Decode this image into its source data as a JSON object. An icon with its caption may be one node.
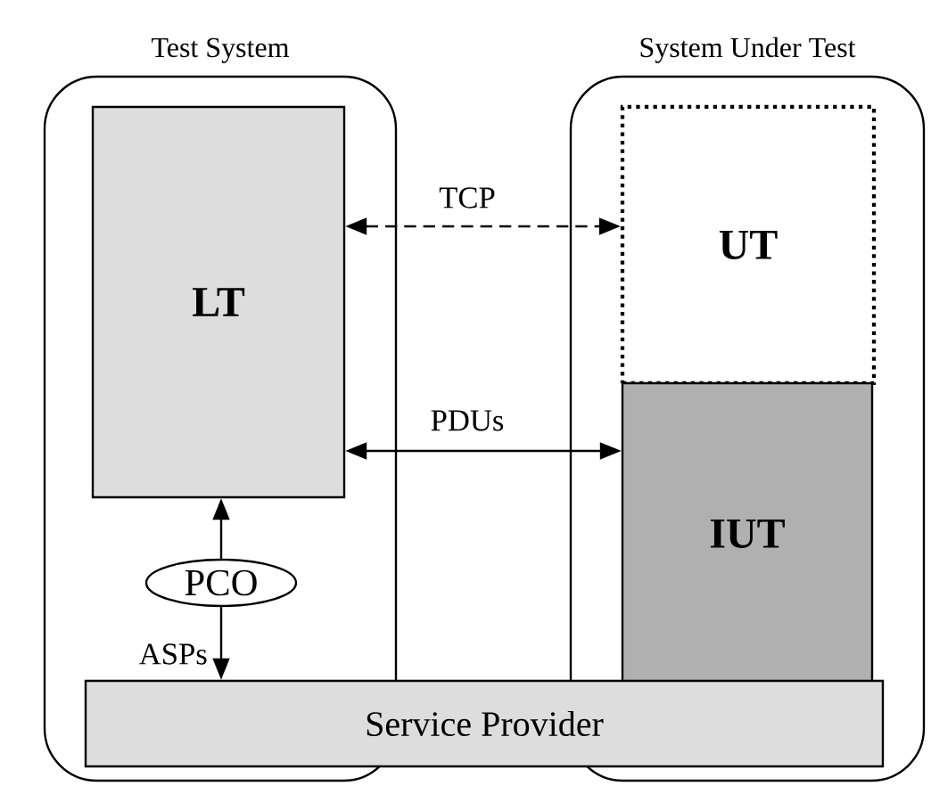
{
  "diagram": {
    "nodes": [
      {
        "text": [
          "Test System"
        ]
      },
      {
        "text": [
          "System Under Test"
        ]
      },
      {
        "text": [
          "**LT**"
        ],
        "in": 0
      },
      {
        "text": [
          "**UT**"
        ],
        "in": 1
      },
      {
        "text": [
          "**IUT**"
        ],
        "in": 1
      },
      {
        "text": [
          "PCO"
        ],
        "in": 0
      },
      {
        "text": [
          "Service Provider"
        ]
      }
    ],
    "edges": [
      {
        "from": 2,
        "to": 3,
        "arrow": "both",
        "label": "TCP",
        "style": "dashed"
      },
      {
        "from": 2,
        "to": 4,
        "arrow": "both",
        "label": "PDUs"
      },
      {
        "from": 5,
        "to": 2,
        "arrow": "to"
      },
      {
        "from": 5,
        "to": 6,
        "arrow": "to",
        "label": "ASPs"
      }
    ]
  }
}
